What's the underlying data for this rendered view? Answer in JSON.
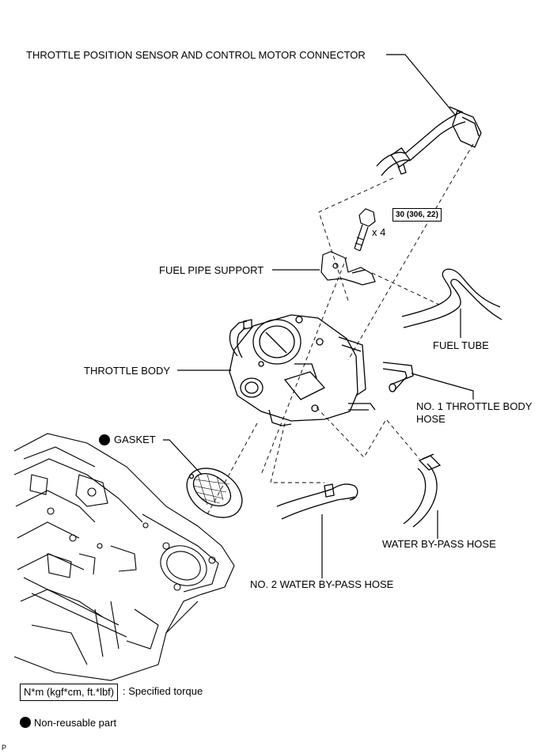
{
  "labels": {
    "connector": "THROTTLE POSITION SENSOR AND CONTROL MOTOR CONNECTOR",
    "fuel_pipe_support": "FUEL PIPE SUPPORT",
    "fuel_tube": "FUEL TUBE",
    "throttle_body": "THROTTLE BODY",
    "no1_hose_line1": "NO. 1 THROTTLE BODY",
    "no1_hose_line2": "HOSE",
    "gasket": "GASKET",
    "water_bypass": "WATER BY-PASS HOSE",
    "no2_water_bypass": "NO. 2 WATER BY-PASS HOSE"
  },
  "bolt": {
    "torque": "30 (306, 22)",
    "quantity": "x 4"
  },
  "legend": {
    "torque_units": "N*m (kgf*cm, ft.*lbf)",
    "torque_desc": ": Specified torque",
    "nonreusable_desc": "Non-reusable part"
  },
  "corner_mark": "P"
}
